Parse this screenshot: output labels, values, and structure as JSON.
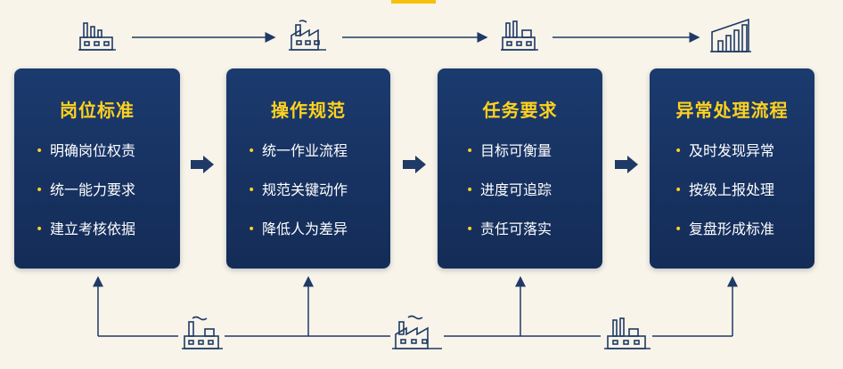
{
  "cards": [
    {
      "title": "岗位标准",
      "items": [
        "明确岗位权责",
        "统一能力要求",
        "建立考核依据"
      ]
    },
    {
      "title": "操作规范",
      "items": [
        "统一作业流程",
        "规范关键动作",
        "降低人为差异"
      ]
    },
    {
      "title": "任务要求",
      "items": [
        "目标可衡量",
        "进度可追踪",
        "责任可落实"
      ]
    },
    {
      "title": "异常处理流程",
      "items": [
        "及时发现异常",
        "按级上报处理",
        "复盘形成标准"
      ]
    }
  ],
  "icons": {
    "top": [
      "factory-icon",
      "factory-icon",
      "factory-icon",
      "growth-chart-icon"
    ],
    "bottom": [
      "factory-icon",
      "factory-icon",
      "factory-icon"
    ]
  },
  "colors": {
    "background": "#f8f4e9",
    "card": "#142c57",
    "title": "#ffd21f",
    "bullet": "#ffd21f",
    "line": "#1f3a66",
    "accent": "#f4c20d"
  }
}
